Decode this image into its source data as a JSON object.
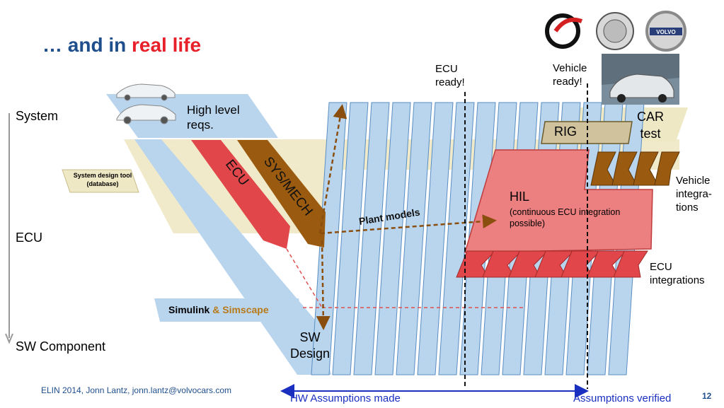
{
  "title": {
    "prefix": "… and in ",
    "accent": "real life"
  },
  "levels": {
    "system": "System",
    "ecu": "ECU",
    "sw_component": "SW Component"
  },
  "boxes": {
    "high_level_reqs": "High level\nreqs.",
    "system_design_tool": "System design tool\n(database)",
    "ecu": "ECU",
    "sys_mech": "SYS/MECH",
    "simulink": "Simulink",
    "simscape": "& Simscape",
    "sw_design": "SW\nDesign",
    "plant_models": "Plant models",
    "rig": "RIG",
    "car_test": "CAR\ntest",
    "hil_title": "HIL",
    "hil_sub": "(continuous ECU integration\npossible)"
  },
  "annotations": {
    "ecu_ready": "ECU\nready!",
    "vehicle_ready": "Vehicle\nready!",
    "vehicle_integrations": "Vehicle\nintegra-\ntions",
    "ecu_integrations": "ECU\nintegrations"
  },
  "timeline": {
    "left": "HW Assumptions made",
    "right": "Assumptions verified"
  },
  "footer": {
    "credit": "ELIN 2014, Jonn Lantz, jonn.lantz@volvocars.com",
    "page": "12"
  },
  "logos": {
    "volvo_text": "VOLVO"
  },
  "colors": {
    "title_blue": "#1f4e8c",
    "title_red": "#e8202a",
    "light_blue": "#b9d5ee",
    "ecu_red": "#e0464a",
    "brown": "#9a5a10",
    "hil_pink": "#ec7f7f",
    "beige": "#efe8c4"
  }
}
